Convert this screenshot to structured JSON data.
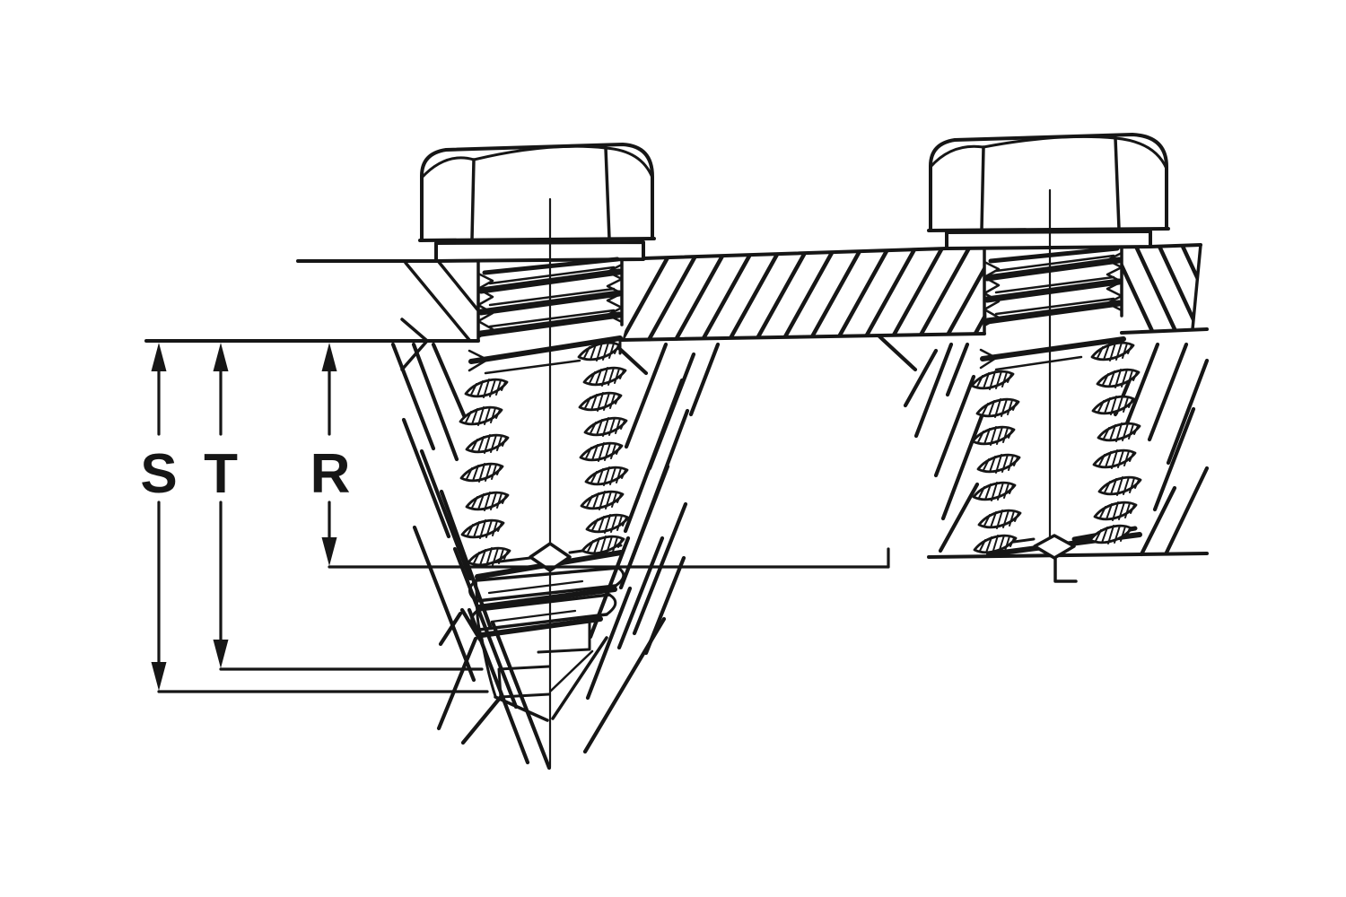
{
  "dimension_labels": {
    "s": "S",
    "t": "T",
    "r": "R"
  },
  "colors": {
    "ink": "#161616",
    "background": "#ffffff"
  }
}
